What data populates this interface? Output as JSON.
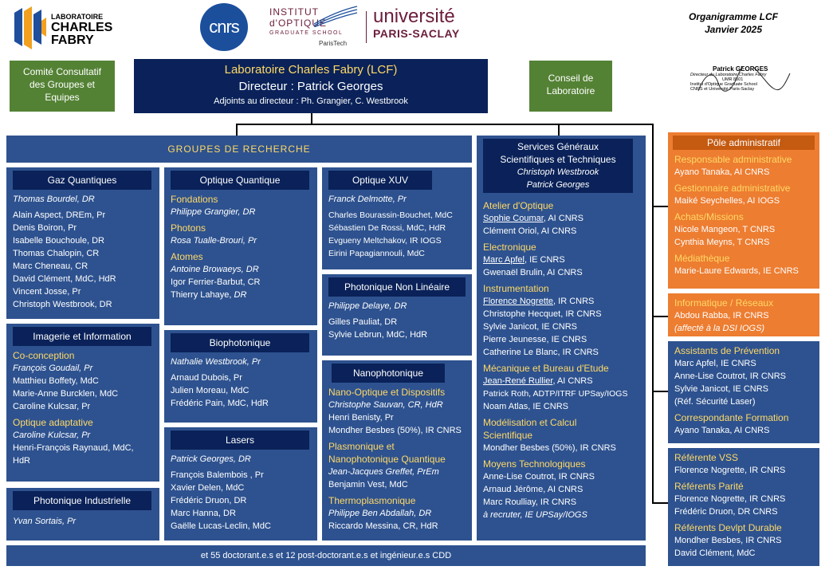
{
  "header": {
    "lab_logo": {
      "line1": "LABORATOIRE",
      "line2": "CHARLES",
      "line3": "FABRY"
    },
    "cnrs": "cnrs",
    "iogs": {
      "line1": "INSTITUT",
      "line2": "d'OPTIQUE",
      "line3": "GRADUATE SCHOOL",
      "line4": "ParisTech"
    },
    "ups": {
      "line1": "université",
      "line2": "PARIS-SACLAY"
    },
    "org_title": "Organigramme LCF",
    "org_date": "Janvier 2025",
    "signature": {
      "name": "Patrick GEORGES",
      "l1": "Directeur du Laboratoire Charles Fabry",
      "l2": "UMR 8501",
      "l3": "Institut d'Optique Graduate School",
      "l4": "CNRS et Université Paris-Saclay"
    }
  },
  "top": {
    "ccge": "Comité Consultatif des Groupes et Equipes",
    "director_title": "Laboratoire Charles Fabry (LCF)",
    "director_name": "Directeur : Patrick Georges",
    "deputies": "Adjoints au directeur : Ph. Grangier, C. Westbrook",
    "council": "Conseil de Laboratoire"
  },
  "research_header": "GROUPES DE RECHERCHE",
  "groups": {
    "gaz": {
      "title": "Gaz Quantiques",
      "lead": "Thomas Bourdel, DR",
      "members": [
        "Alain Aspect, DREm, Pr",
        "Denis Boiron, Pr",
        "Isabelle Bouchoule, DR",
        "Thomas Chalopin, CR",
        "Marc Cheneau, CR",
        "David Clément, MdC, HdR",
        "Vincent Josse, Pr",
        "Christoph Westbrook, DR"
      ]
    },
    "imagerie": {
      "title": "Imagerie et Information",
      "s1": "Co-conception",
      "s1_lead": "François Goudail, Pr",
      "s1_members": [
        "Matthieu Boffety, MdC",
        "Marie-Anne Burcklen, MdC",
        "Caroline Kulcsar, Pr"
      ],
      "s2": "Optique adaptative",
      "s2_lead": "Caroline Kulcsar, Pr",
      "s2_members": [
        "Henri-François Raynaud, MdC,",
        "HdR"
      ]
    },
    "photind": {
      "title": "Photonique Industrielle",
      "lead": "Yvan Sortais, Pr"
    },
    "optq": {
      "title": "Optique Quantique",
      "s1": "Fondations",
      "s1_lead": "Philippe Grangier, DR",
      "s2": "Photons",
      "s2_lead": "Rosa Tualle-Brouri, Pr",
      "s3": "Atomes",
      "s3_lead": "Antoine Browaeys, DR",
      "s3_members": [
        "Igor Ferrier-Barbut, CR"
      ],
      "s3_last": "Thierry Lahaye,",
      "s3_last_it": "DR"
    },
    "bio": {
      "title": "Biophotonique",
      "lead": "Nathalie Westbrook, Pr",
      "members": [
        "Arnaud Dubois, Pr",
        "Julien Moreau, MdC",
        "Frédéric Pain, MdC, HdR"
      ]
    },
    "lasers": {
      "title": "Lasers",
      "lead": "Patrick Georges, DR",
      "members": [
        "François Balembois , Pr",
        "Xavier Delen, MdC",
        "Frédéric Druon, DR",
        "Marc Hanna, DR",
        "Gaëlle Lucas-Leclin, MdC"
      ]
    },
    "xuv": {
      "title": "Optique XUV",
      "lead": "Franck Delmotte, Pr",
      "members": [
        "Charles Bourassin-Bouchet, MdC",
        "Sébastien De Rossi, MdC, HdR",
        "Evgueny Meltchakov, IR IOGS",
        "Eirini Papagiannouli, MdC"
      ]
    },
    "pnl": {
      "title": "Photonique Non Linéaire",
      "lead": "Philippe Delaye, DR",
      "members": [
        "Gilles Pauliat, DR",
        "Sylvie Lebrun, MdC, HdR"
      ]
    },
    "nano": {
      "title": "Nanophotonique",
      "s1": "Nano-Optique et Dispositifs",
      "s1_lead": "Christophe Sauvan, CR, HdR",
      "s1_members": [
        "Henri Benisty, Pr",
        "Mondher Besbes (50%), IR CNRS"
      ],
      "s2a": "Plasmonique et",
      "s2b": "Nanophotonique Quantique",
      "s2_lead": "Jean-Jacques Greffet, PrEm",
      "s2_members": [
        "Benjamin Vest, MdC"
      ],
      "s3": "Thermoplasmonique",
      "s3_lead": "Philippe Ben Abdallah, DR",
      "s3_members": [
        "Riccardo Messina, CR, HdR"
      ]
    }
  },
  "services": {
    "title1": "Services Généraux",
    "title2": "Scientifiques et Techniques",
    "lead1": "Christoph Westbrook",
    "lead2": "Patrick Georges",
    "atelier": "Atelier d'Optique",
    "atelier_lead": "Sophie Coumar",
    "atelier_lead_rest": ", AI CNRS",
    "atelier_members": [
      "Clément Oriol, AI CNRS"
    ],
    "elec": "Electronique",
    "elec_lead": "Marc Apfel",
    "elec_lead_rest": ", IE CNRS",
    "elec_members": [
      "Gwenaël Brulin, AI CNRS"
    ],
    "instr": "Instrumentation",
    "instr_lead": "Florence Nogrette",
    "instr_lead_rest": ", IR CNRS",
    "instr_members": [
      "Christophe Hecquet, IR CNRS",
      "Sylvie Janicot, IE CNRS",
      "Pierre Jeunesse, IE CNRS",
      "Catherine Le Blanc, IR CNRS"
    ],
    "meca": "Mécanique et Bureau d'Etude",
    "meca_lead": "Jean-René Rullier",
    "meca_lead_rest": ", AI CNRS",
    "meca_members": [
      "Patrick Roth, ADTP/ITRF UPSay/IOGS",
      "Noam Atlas, IE CNRS"
    ],
    "modl1": "Modélisation et Calcul",
    "modl2": "Scientifique",
    "modl_members": [
      "Mondher Besbes (50%), IR CNRS"
    ],
    "moyens": "Moyens Technologiques",
    "moyens_members": [
      "Anne-Lise Coutrot, IR CNRS",
      "Arnaud Jérôme, AI CNRS",
      "Marc Roulliay, IR CNRS"
    ],
    "moyens_last": "à recruter, IE UPSay/IOGS"
  },
  "admin": {
    "title": "Pôle administratif",
    "r1": "Responsable administrative",
    "r1_p": "Ayano Tanaka, AI CNRS",
    "r2": "Gestionnaire administrative",
    "r2_p": "Maiké Seychelles, AI IOGS",
    "r3": "Achats/Missions",
    "r3_p": [
      "Nicole Mangeon, T CNRS",
      "Cynthia Meyns, T CNRS"
    ],
    "r4": "Médiathèque",
    "r4_p": "Marie-Laure Edwards, IE CNRS"
  },
  "info": {
    "title": "Informatique / Réseaux",
    "p": "Abdou Rabba, IR CNRS",
    "note": "(affecté à la DSI IOGS)"
  },
  "prev": {
    "title": "Assistants de Prévention",
    "members": [
      "Marc Apfel, IE CNRS",
      "Anne-Lise Coutrot, IR CNRS",
      "Sylvie Janicot, IE CNRS",
      "(Réf. Sécurité Laser)"
    ],
    "f_title": "Correspondante Formation",
    "f_p": "Ayano Tanaka, AI CNRS"
  },
  "refs": {
    "vss": "Référente VSS",
    "vss_p": "Florence Nogrette, IR CNRS",
    "par": "Référents Parité",
    "par_p": [
      "Florence Nogrette, IR CNRS",
      "Frédéric Druon, DR CNRS"
    ],
    "dd": "Référents Devlpt Durable",
    "dd_p": [
      "Mondher Besbes, IR CNRS",
      "David Clément, MdC"
    ]
  },
  "footer": "et 55 doctorant.e.s et 12 post-doctorant.e.s et ingénieur.e.s CDD"
}
